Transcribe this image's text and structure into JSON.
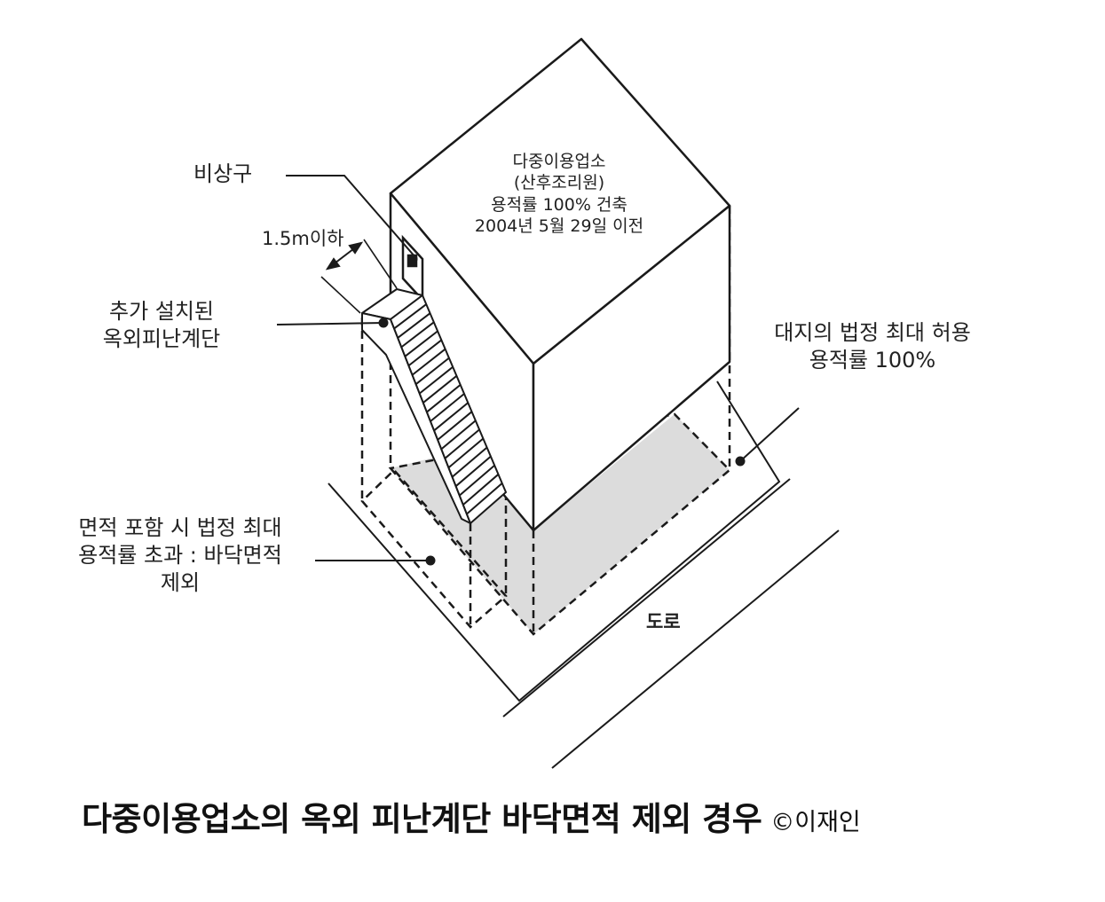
{
  "building": {
    "lines": [
      "다중이용업소",
      "(산후조리원)",
      "용적률 100% 건축",
      "2004년 5월 29일 이전"
    ]
  },
  "labels": {
    "emergency_exit": "비상구",
    "width_limit": "1.5m이하",
    "added_stair": [
      "추가 설치된",
      "옥외피난계단"
    ],
    "max_far": [
      "대지의 법정 최대 허용",
      "용적률 100%"
    ],
    "excluded": [
      "면적 포함 시 법정 최대",
      "용적률 초과 : 바닥면적",
      "제외"
    ],
    "road": "도로"
  },
  "caption": {
    "title": "다중이용업소의 옥외 피난계단 바닥면적 제외 경우",
    "credit": "©이재인"
  },
  "colors": {
    "line": "#1a1a1a",
    "footprint_fill": "#dcdcdc",
    "background": "#ffffff"
  }
}
